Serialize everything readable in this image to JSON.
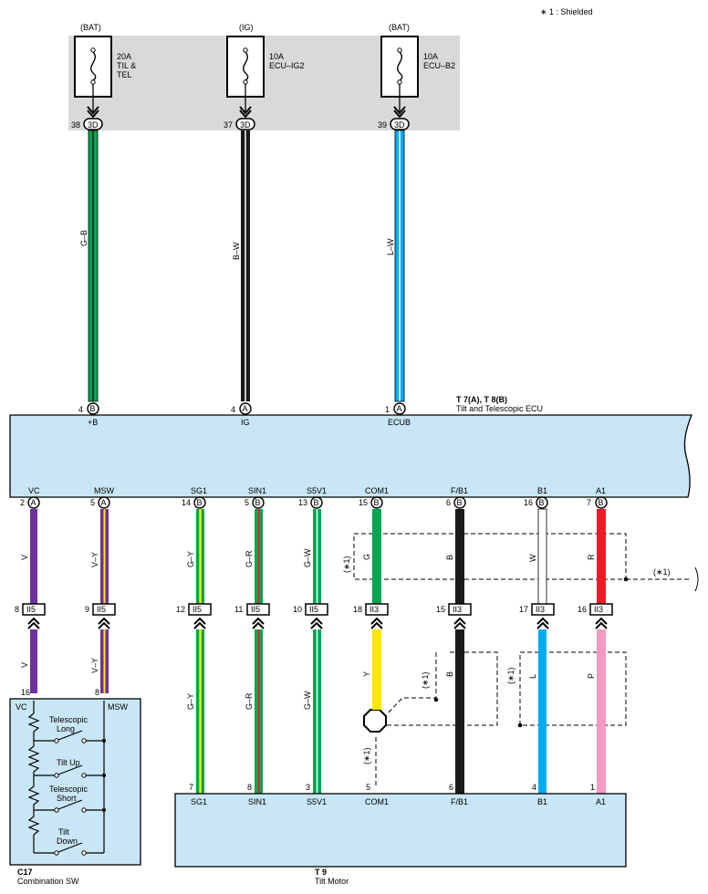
{
  "note": "∗ 1 : Shielded",
  "colors": {
    "panel": "#d9d9d9",
    "box": "#c8e6f5",
    "wire_green": "#00a651",
    "wire_black": "#1a1a1a",
    "wire_blue": "#00aeef",
    "wire_violet": "#7030a0",
    "wire_yellow": "#ffe600",
    "wire_red": "#ed1c24",
    "wire_pink": "#f49ac1",
    "wire_white": "#ffffff"
  },
  "fuses": [
    {
      "source": "(BAT)",
      "rating": "20A",
      "line2": "TIL &",
      "line3": "TEL",
      "pin": "38",
      "conn": "3D",
      "wire": "G–B"
    },
    {
      "source": "(IG)",
      "rating": "10A",
      "line2": "ECU–IG2",
      "line3": "",
      "pin": "37",
      "conn": "3D",
      "wire": "B–W"
    },
    {
      "source": "(BAT)",
      "rating": "10A",
      "line2": "ECU–B2",
      "line3": "",
      "pin": "39",
      "conn": "3D",
      "wire": "L–W"
    }
  ],
  "ecu": {
    "ref": "T 7(A), T 8(B)",
    "name": "Tilt and Telescopic ECU",
    "top_pins": [
      {
        "pin": "4",
        "conn": "B",
        "term": "+B"
      },
      {
        "pin": "4",
        "conn": "A",
        "term": "IG"
      },
      {
        "pin": "1",
        "conn": "A",
        "term": "ECUB"
      }
    ],
    "bottom_pins": [
      {
        "term": "VC",
        "pin": "2",
        "conn": "A"
      },
      {
        "term": "MSW",
        "pin": "5",
        "conn": "A"
      },
      {
        "term": "SG1",
        "pin": "14",
        "conn": "B"
      },
      {
        "term": "SIN1",
        "pin": "5",
        "conn": "B"
      },
      {
        "term": "S5V1",
        "pin": "13",
        "conn": "B"
      },
      {
        "term": "COM1",
        "pin": "15",
        "conn": "B"
      },
      {
        "term": "F/B1",
        "pin": "6",
        "conn": "B"
      },
      {
        "term": "B1",
        "pin": "16",
        "conn": "B"
      },
      {
        "term": "A1",
        "pin": "7",
        "conn": "B"
      }
    ]
  },
  "upper_wires": [
    "V",
    "V–Y",
    "G–Y",
    "G–R",
    "G–W",
    "G",
    "B",
    "W",
    "R"
  ],
  "junctions": [
    {
      "pin_left": "8",
      "conn": "II5"
    },
    {
      "pin_left": "9",
      "conn": "II5"
    },
    {
      "pin_left": "12",
      "conn": "II5"
    },
    {
      "pin_left": "11",
      "conn": "II5"
    },
    {
      "pin_left": "10",
      "conn": "II5"
    },
    {
      "pin_left": "18",
      "conn": "II3"
    },
    {
      "pin_left": "15",
      "conn": "II3"
    },
    {
      "pin_left": "17",
      "conn": "II3"
    },
    {
      "pin_left": "16",
      "conn": "II3"
    }
  ],
  "lower_wires": [
    "V",
    "V–Y",
    "G–Y",
    "G–R",
    "G–W",
    "Y",
    "B",
    "L",
    "P"
  ],
  "shield_label": "(∗1)",
  "combo_sw": {
    "ref": "C17",
    "name": "Combination SW",
    "pin_vc": "16",
    "pin_msw": "8",
    "term_vc": "VC",
    "term_msw": "MSW",
    "switches": [
      "Telescopic",
      "Long",
      "Tilt Up",
      "Telescopic",
      "Short",
      "Tilt",
      "Down"
    ]
  },
  "motor": {
    "ref": "T 9",
    "name": "Tilt Motor",
    "pins": [
      {
        "pin": "7",
        "term": "SG1"
      },
      {
        "pin": "8",
        "term": "SIN1"
      },
      {
        "pin": "3",
        "term": "S5V1"
      },
      {
        "pin": "5",
        "term": "COM1"
      },
      {
        "pin": "6",
        "term": "F/B1"
      },
      {
        "pin": "4",
        "term": "B1"
      },
      {
        "pin": "1",
        "term": "A1"
      }
    ]
  }
}
